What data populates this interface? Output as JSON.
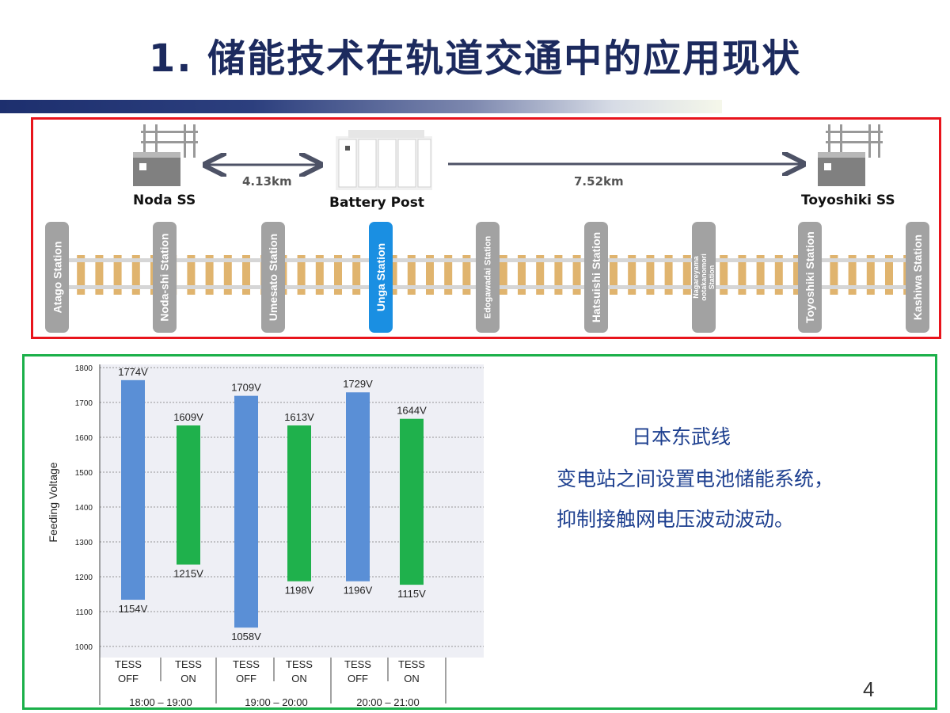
{
  "slide": {
    "title": "1. 储能技术在轨道交通中的应用现状",
    "page_number": "4"
  },
  "route": {
    "substation_left": "Noda SS",
    "substation_right": "Toyoshiki SS",
    "battery_post": "Battery Post",
    "distance_left": "4.13km",
    "distance_right": "7.52km",
    "stations": [
      {
        "label": "Atago Station"
      },
      {
        "label": "Noda-shi Station"
      },
      {
        "label": "Umesato Station"
      },
      {
        "label": "Unga Station"
      },
      {
        "label": "Edogawadai Station"
      },
      {
        "label": "Hatsuishi Station"
      },
      {
        "label": "Nagareyama ootakanomori Station"
      },
      {
        "label": "Toyoshiki Station"
      },
      {
        "label": "Kashiwa Station"
      }
    ],
    "colors": {
      "station": "#a2a2a2",
      "station_active": "#1a8fe2",
      "rail_tie": "#e0b46e"
    }
  },
  "description": {
    "line1": "日本东武线",
    "line2": "变电站之间设置电池储能系统，",
    "line3": "抑制接触网电压波动波动。"
  },
  "chart_data": {
    "type": "bar",
    "ylabel": "Feeding Voltage",
    "ylim": [
      1000,
      1800
    ],
    "yticks": [
      1000,
      1100,
      1200,
      1300,
      1400,
      1500,
      1600,
      1700,
      1800
    ],
    "grid": true,
    "categories": [
      {
        "line1": "TESS",
        "line2": "OFF"
      },
      {
        "line1": "TESS",
        "line2": "ON"
      },
      {
        "line1": "TESS",
        "line2": "OFF"
      },
      {
        "line1": "TESS",
        "line2": "ON"
      },
      {
        "line1": "TESS",
        "line2": "OFF"
      },
      {
        "line1": "TESS",
        "line2": "ON"
      }
    ],
    "groups": [
      "18:00 – 19:00",
      "19:00 – 20:00",
      "20:00 – 21:00"
    ],
    "bars": [
      {
        "low": 1134,
        "high": 1764,
        "low_label": "1154V",
        "high_label": "1774V",
        "color": "#5a8fd6"
      },
      {
        "low": 1235,
        "high": 1634,
        "low_label": "1215V",
        "high_label": "1609V",
        "color": "#1fb14c"
      },
      {
        "low": 1054,
        "high": 1719,
        "low_label": "1058V",
        "high_label": "1709V",
        "color": "#5a8fd6"
      },
      {
        "low": 1187,
        "high": 1634,
        "low_label": "1198V",
        "high_label": "1613V",
        "color": "#1fb14c"
      },
      {
        "low": 1187,
        "high": 1729,
        "low_label": "1196V",
        "high_label": "1729V",
        "color": "#5a8fd6"
      },
      {
        "low": 1177,
        "high": 1653,
        "low_label": "1115V",
        "high_label": "1644V",
        "color": "#1fb14c"
      }
    ]
  }
}
